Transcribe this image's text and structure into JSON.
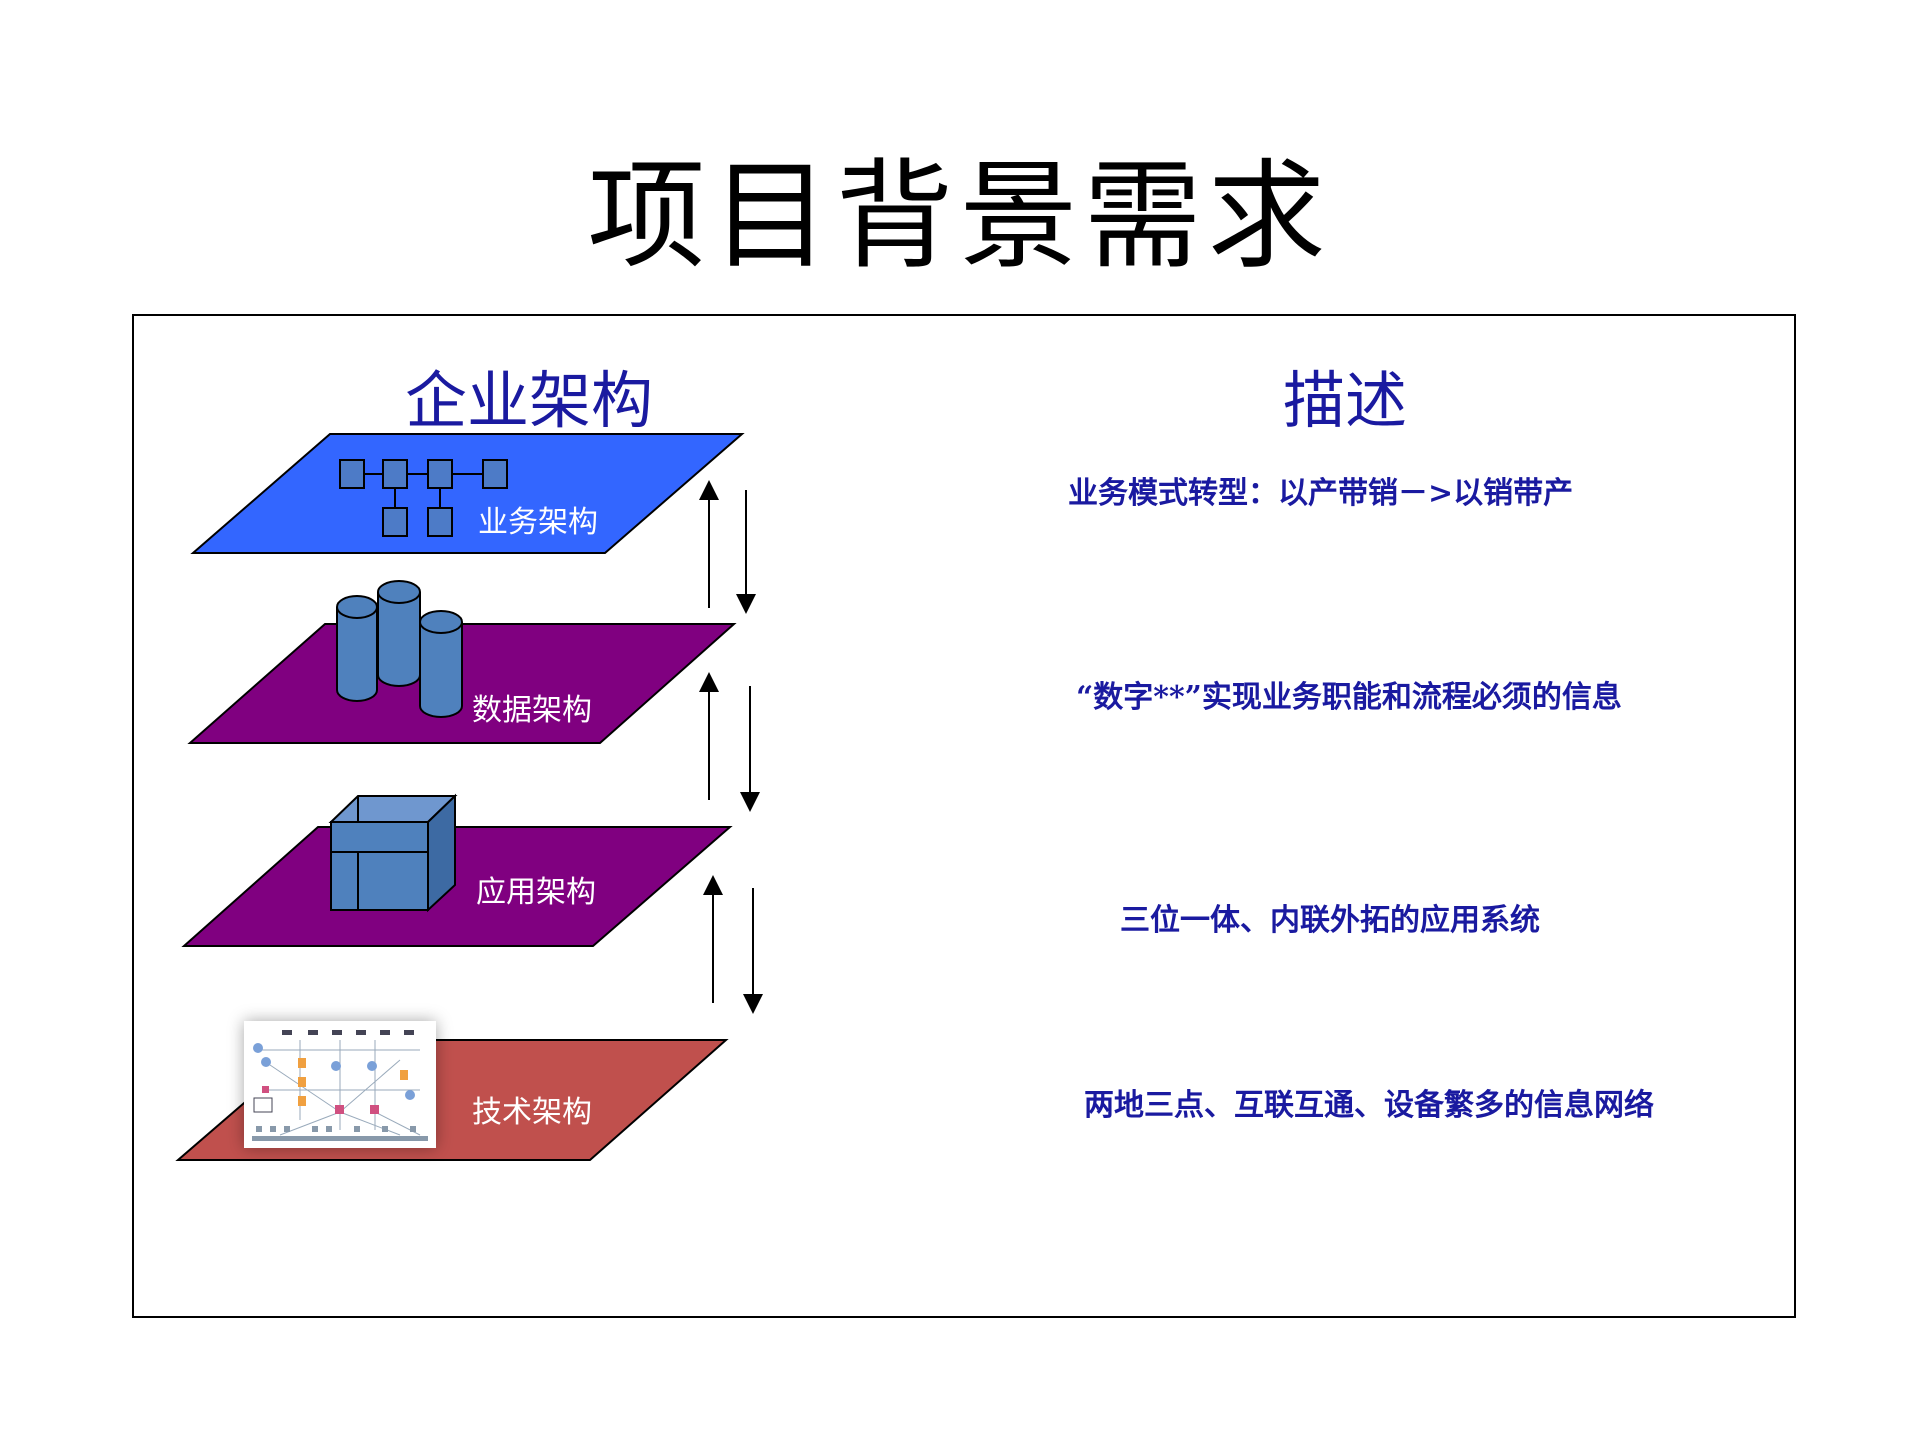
{
  "title": "项目背景需求",
  "left_heading": "企业架构",
  "right_heading": "描述",
  "layers": [
    {
      "label": "业务架构",
      "color": "#3366ff",
      "icon": "org-chart-icon"
    },
    {
      "label": "数据架构",
      "color": "#800080",
      "icon": "database-cylinders-icon"
    },
    {
      "label": "应用架构",
      "color": "#800080",
      "icon": "application-box-icon"
    },
    {
      "label": "技术架构",
      "color": "#c0504d",
      "icon": "network-diagram-thumbnail"
    }
  ],
  "descriptions": [
    "业务模式转型：以产带销－>以销带产",
    "“数字**”实现业务职能和流程必须的信息",
    "三位一体、内联外拓的应用系统",
    "两地三点、互联互通、设备繁多的信息网络"
  ]
}
